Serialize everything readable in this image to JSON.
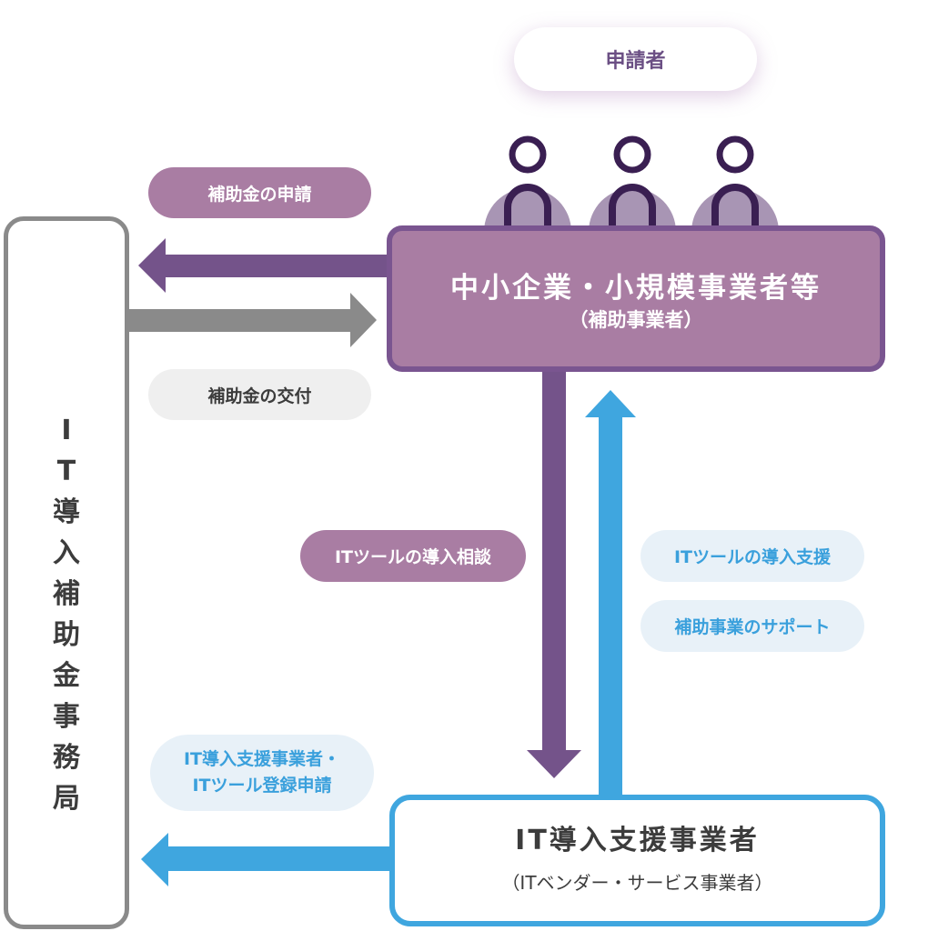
{
  "colors": {
    "purple_fill": "#a97da3",
    "purple_dark": "#74538a",
    "purple_icon": "#3a1f52",
    "gray_arrow": "#8a8a8a",
    "blue": "#3fa6df",
    "blue_text": "#3aa0dc",
    "blue_pill_bg": "#e8f1f8",
    "gray_pill_bg": "#efefef"
  },
  "applicant": {
    "label": "申請者",
    "icon": "person-icon",
    "count": 3
  },
  "sme": {
    "title": "中小企業・小規模事業者等",
    "subtitle": "（補助事業者）"
  },
  "office": {
    "label_chars": [
      "I",
      "T",
      "導",
      "入",
      "補",
      "助",
      "金",
      "事",
      "務",
      "局"
    ],
    "label": "IT導入補助金事務局"
  },
  "vendor": {
    "title": "IT導入支援事業者",
    "subtitle": "（ITベンダー・サービス事業者）"
  },
  "flows": {
    "subsidy_application": "補助金の申請",
    "subsidy_grant": "補助金の交付",
    "tool_consultation": "ITツールの導入相談",
    "tool_support": "ITツールの導入支援",
    "project_support": "補助事業のサポート",
    "registration_line1": "IT導入支援事業者・",
    "registration_line2": "ITツール登録申請"
  }
}
